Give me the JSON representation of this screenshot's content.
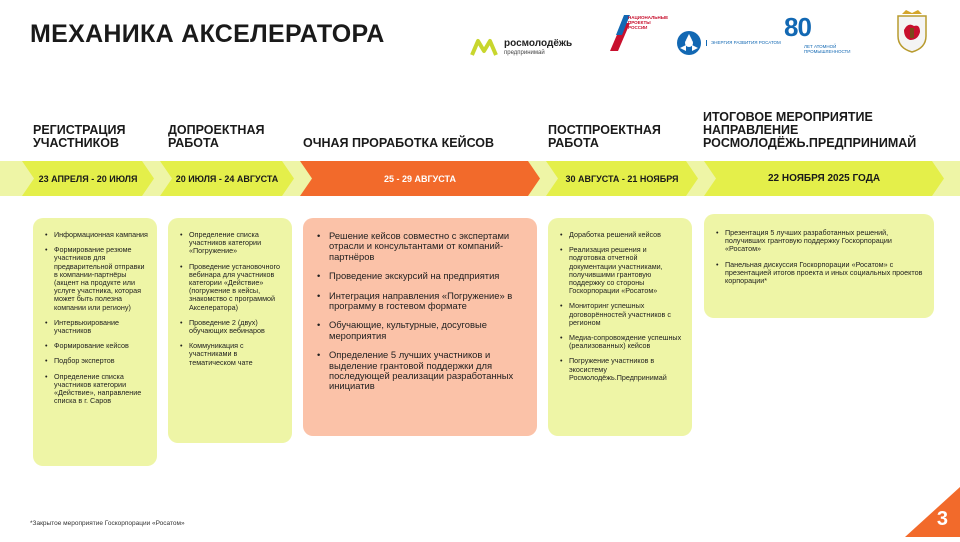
{
  "title": "МЕХАНИКА АКСЕЛЕРАТОРА",
  "logos": {
    "rosmolodezh": {
      "name": "росмолодёжь",
      "sub": "предпринимай"
    },
    "national_projects": "НАЦИОНАЛЬНЫЕ ПРОЕКТЫ РОССИИ",
    "energy": "ЭНЕРГИЯ РАЗВИТИЯ РОСАТОМ",
    "anniversary": {
      "number": "80",
      "caption": "ЛЕТ АТОМНОЙ ПРОМЫШЛЕННОСТИ"
    },
    "coat_of_arms": "coat-of-arms-icon"
  },
  "stages": [
    {
      "header": "РЕГИСТРАЦИЯ УЧАСТНИКОВ",
      "dates": "23 АПРЕЛЯ - 20 ИЮЛЯ",
      "items": [
        "Информационная кампания",
        "Формирование резюме участников для предварительной отправки в компании-партнёры (акцент на продукте или услуге участника, которая может быть полезна компании или региону)",
        "Интервьюирование участников",
        "Формирование кейсов",
        "Подбор экспертов",
        "Определение списка участников категории «Действие», направление списка в г. Саров"
      ]
    },
    {
      "header": "ДОПРОЕКТНАЯ РАБОТА",
      "dates": "20 ИЮЛЯ - 24 АВГУСТА",
      "items": [
        "Определение списка участников категории «Погружение»",
        "Проведение установочного вебинара для участников категории «Действие» (погружение в кейсы, знакомство с программой Акселератора)",
        "Проведение 2 (двух) обучающих вебинаров",
        "Коммуникация с участниками в тематическом чате"
      ]
    },
    {
      "header": "ОЧНАЯ ПРОРАБОТКА КЕЙСОВ",
      "dates": "25 - 29 АВГУСТА",
      "items": [
        "Решение кейсов совместно с экспертами отрасли и консультантами от компаний-партнёров",
        "Проведение экскурсий на предприятия",
        "Интеграция направления «Погружение» в программу в гостевом формате",
        "Обучающие, культурные, досуговые мероприятия",
        "Определение 5 лучших участников и выделение грантовой поддержки для последующей реализации разработанных инициатив"
      ]
    },
    {
      "header": "ПОСТПРОЕКТНАЯ РАБОТА",
      "dates": "30 АВГУСТА - 21 НОЯБРЯ",
      "items": [
        "Доработка решений кейсов",
        "Реализация решения и подготовка отчетной документации участниками, получившими грантовую поддержку со стороны Госкорпорации «Росатом»",
        "Мониторинг успешных договорённостей участников с регионом",
        "Медиа-сопровождение успешных (реализованных) кейсов",
        "Погружение участников в экосистему Росмолодёжь.Предпринимай"
      ]
    },
    {
      "header": "ИТОГОВОЕ МЕРОПРИЯТИЕ НАПРАВЛЕНИЕ РОСМОЛОДЁЖЬ.ПРЕДПРИНИМАЙ",
      "dates": "22 НОЯБРЯ 2025 ГОДА",
      "items": [
        "Презентация 5 лучших разработанных решений, получивших грантовую поддержку Госкорпорации «Росатом»",
        "Панельная дискуссия Госкорпорации «Росатом» с презентацией итогов проекта и иных социальных проектов корпорации*"
      ]
    }
  ],
  "footnote": "*Закрытое мероприятие Госкорпорации «Росатом»",
  "page_number": "3",
  "colors": {
    "band_light": "#eef5a6",
    "band_bright": "#e4ef4a",
    "accent_orange": "#f26a2b",
    "box_orange": "#fbc2a8",
    "brand_green": "#c8d62e",
    "brand_red": "#c8102e",
    "rosatom_blue": "#1268b3"
  }
}
